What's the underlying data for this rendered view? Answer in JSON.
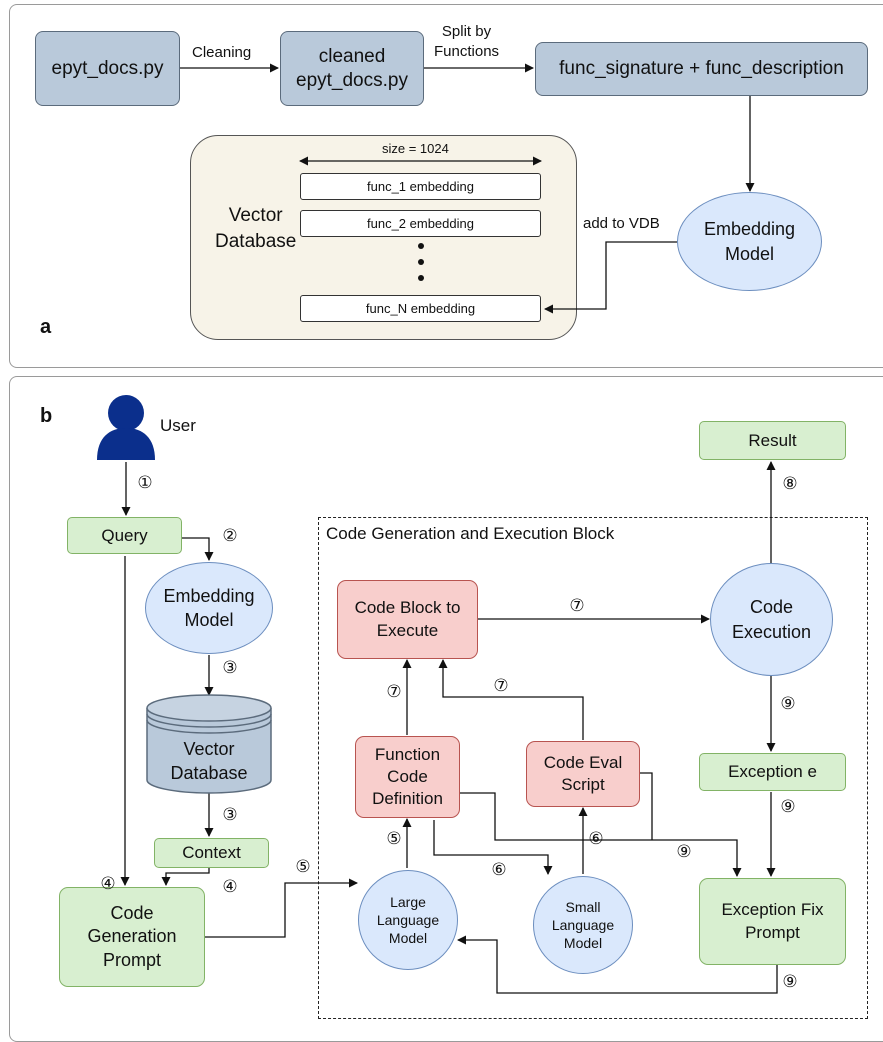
{
  "panel_a": {
    "letter": "a",
    "docs": "epyt_docs.py",
    "cleaning": "Cleaning",
    "cleaned": "cleaned\nepyt_docs.py",
    "split": "Split by\nFunctions",
    "func_sig": "func_signature + func_description",
    "vector_db_label": "Vector\nDatabase",
    "size": "size = 1024",
    "emb1": "func_1 embedding",
    "emb2": "func_2 embedding",
    "emb3": "func_N embedding",
    "add_vdb": "add to VDB",
    "embedding_model": "Embedding\nModel"
  },
  "panel_b": {
    "letter": "b",
    "user": "User",
    "query": "Query",
    "embedding_model": "Embedding\nModel",
    "vector_db": "Vector\nDatabase",
    "context": "Context",
    "cgp": "Code\nGeneration\nPrompt",
    "block_title": "Code Generation and Execution Block",
    "code_block": "Code Block to\nExecute",
    "func_def": "Function\nCode\nDefinition",
    "eval": "Code Eval\nScript",
    "llm": "Large\nLanguage\nModel",
    "slm": "Small\nLanguage\nModel",
    "code_exec": "Code\nExecution",
    "result": "Result",
    "exception": "Exception e",
    "fix": "Exception Fix\nPrompt",
    "steps": {
      "s1": "①",
      "s2": "②",
      "s3": "③",
      "s4": "④",
      "s5": "⑤",
      "s6": "⑥",
      "s7": "⑦",
      "s8": "⑧",
      "s9": "⑨"
    }
  },
  "colors": {
    "doc_box": "#b9c9da",
    "green": "#d8efd0",
    "red": "#f8cecc",
    "ellipse": "#dae8fc",
    "vector_db_panel": "#f7f3e8",
    "user_icon": "#0b2f8c"
  }
}
